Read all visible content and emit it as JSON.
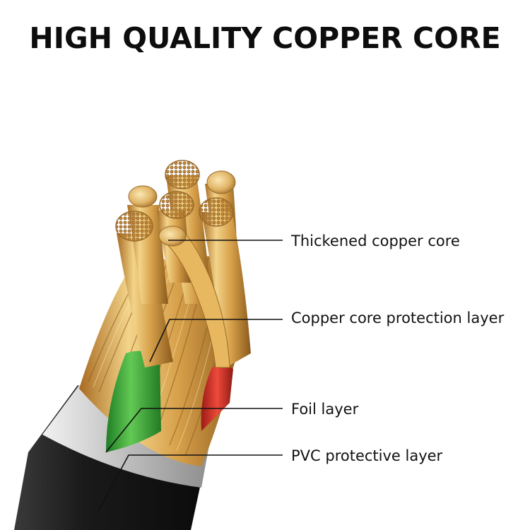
{
  "title": "HIGH QUALITY COPPER CORE",
  "labels": {
    "thickened_core": "Thickened copper core",
    "protection_layer": "Copper core protection layer",
    "foil_layer": "Foil layer",
    "pvc_layer": "PVC protective layer"
  },
  "colors": {
    "copper_light": "#f3d48a",
    "copper_mid": "#d7a04a",
    "copper_dark": "#8a5a1c",
    "green_insulation": "#3fae3a",
    "red_insulation": "#d8332a",
    "foil": "#c9c9c9",
    "pvc_jacket": "#1a1a1a",
    "leader_line": "#111111"
  }
}
